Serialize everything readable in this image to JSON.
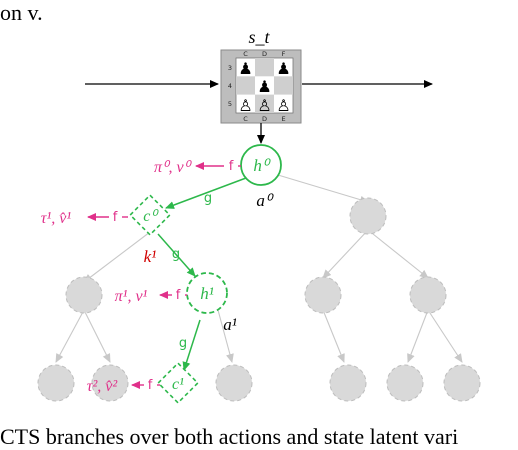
{
  "top_text": "on v.",
  "bottom_text": "CTS branches over both actions and state latent vari",
  "state_label": "s_t",
  "board": {
    "top_files": [
      "C",
      "D",
      "F"
    ],
    "bottom_files": [
      "C",
      "D",
      "E"
    ],
    "ranks": [
      "3",
      "4",
      "5"
    ]
  },
  "labels": {
    "h0": "h⁰",
    "a0": "a⁰",
    "pi0": "π⁰, v⁰",
    "c0": "c⁰",
    "tau1": "τ¹, v̂¹",
    "k1": "k¹",
    "h1": "h¹",
    "pi1": "π¹, v¹",
    "a1": "a¹",
    "c1": "c¹",
    "tau2": "τ², v̂²",
    "f": "f",
    "g": "g"
  },
  "colors": {
    "green": "#2db84b",
    "magenta": "#e0308a",
    "red": "#d00000",
    "grey_node": "#d9d9d9",
    "grey_edge": "#c8c8c8"
  }
}
